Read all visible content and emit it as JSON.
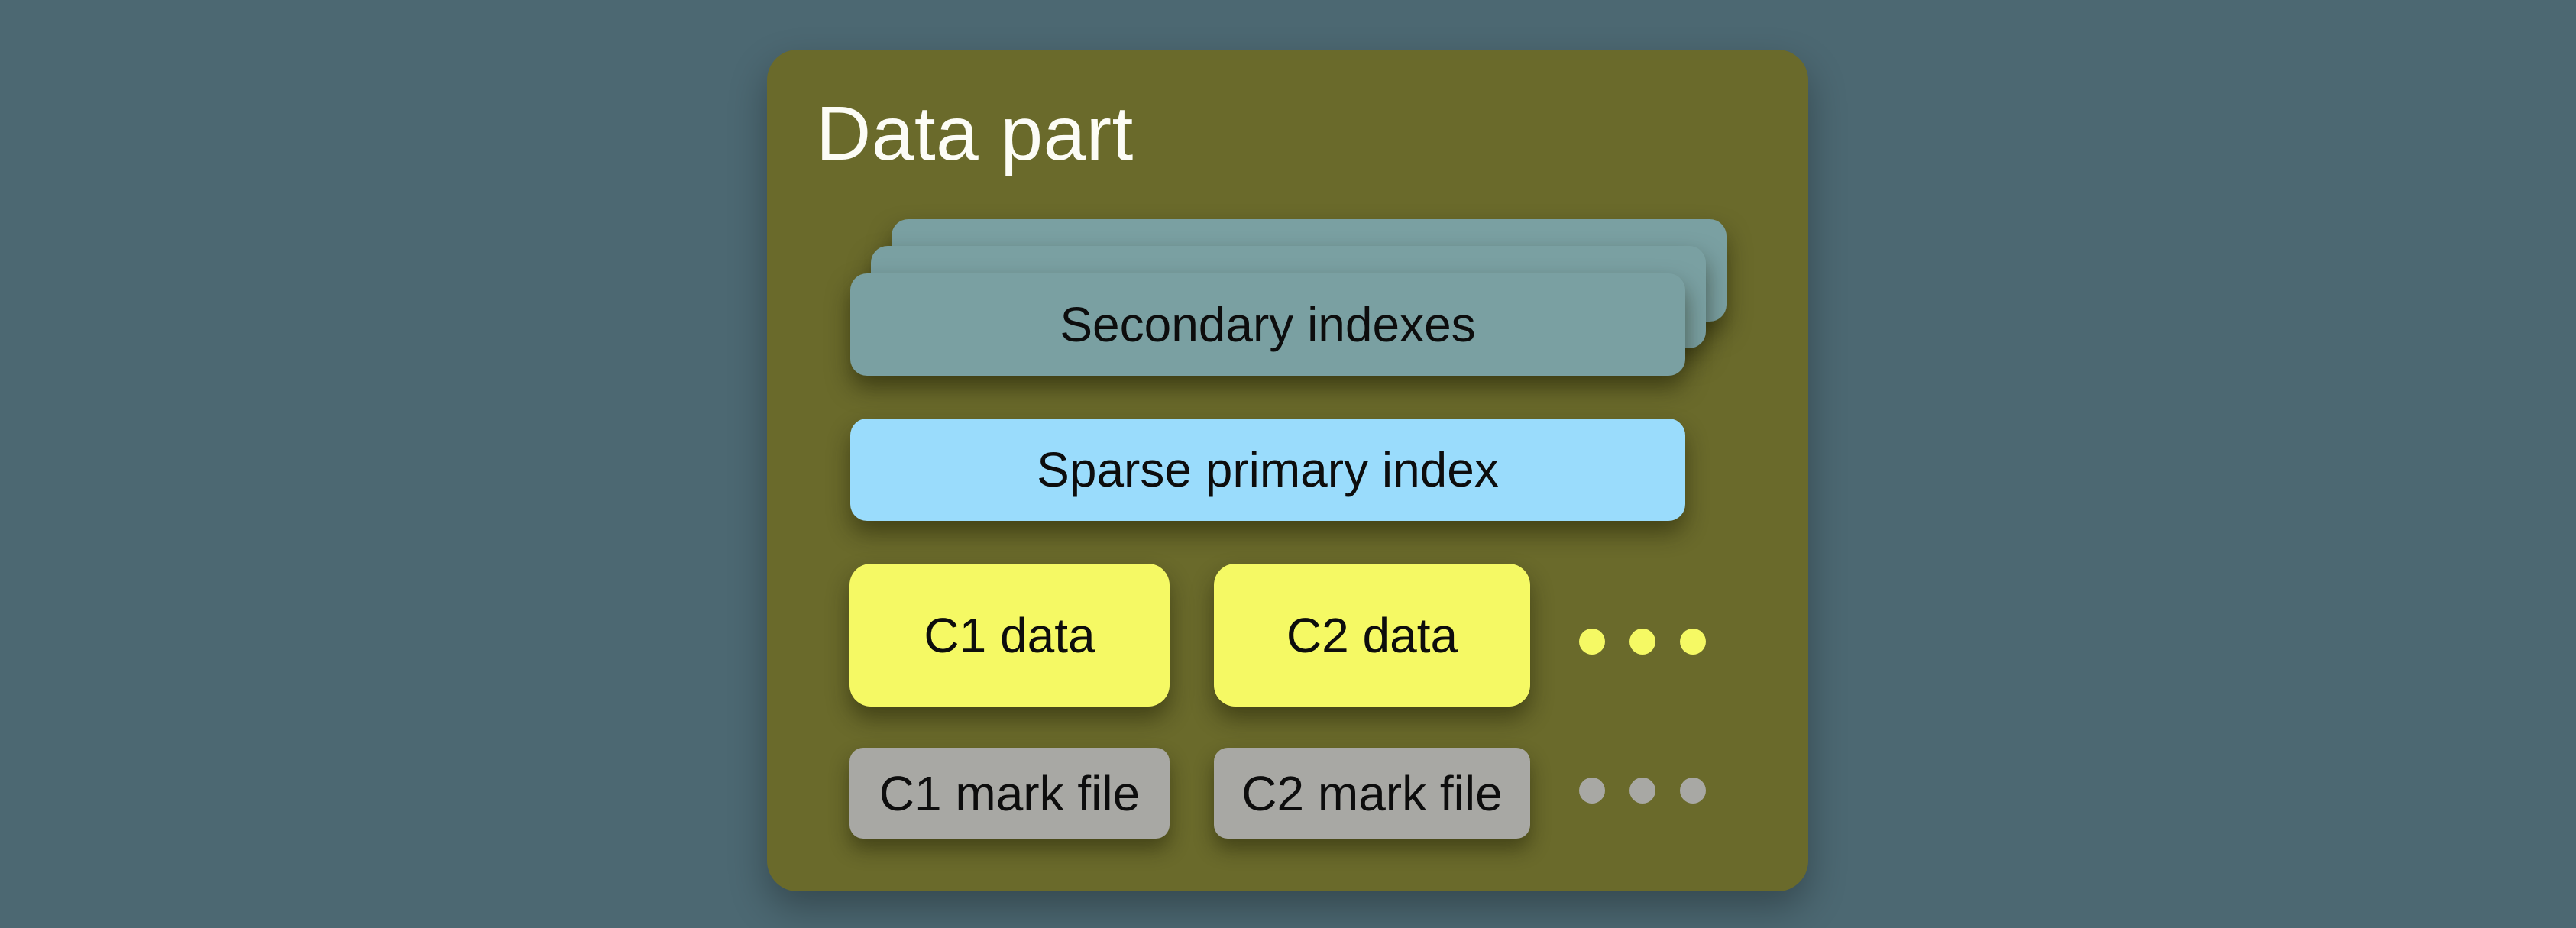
{
  "canvas": {
    "bg": "#4c6872"
  },
  "panel": {
    "title": "Data part",
    "bg": "#6a6a2b",
    "title_color": "#fcfcf6"
  },
  "text_color": "#0d0d0d",
  "secondary_indexes": {
    "label": "Secondary indexes",
    "bg": "#7aa0a2",
    "stack_layers": 3
  },
  "sparse_primary_index": {
    "label": "Sparse primary index",
    "bg": "#9adcfc"
  },
  "data_row": {
    "items": [
      "C1 data",
      "C2 data"
    ],
    "bg": "#f5f964",
    "ellipsis_dots": 3
  },
  "mark_row": {
    "items": [
      "C1 mark file",
      "C2 mark file"
    ],
    "bg": "#a8a8a4",
    "ellipsis_dots": 3
  }
}
